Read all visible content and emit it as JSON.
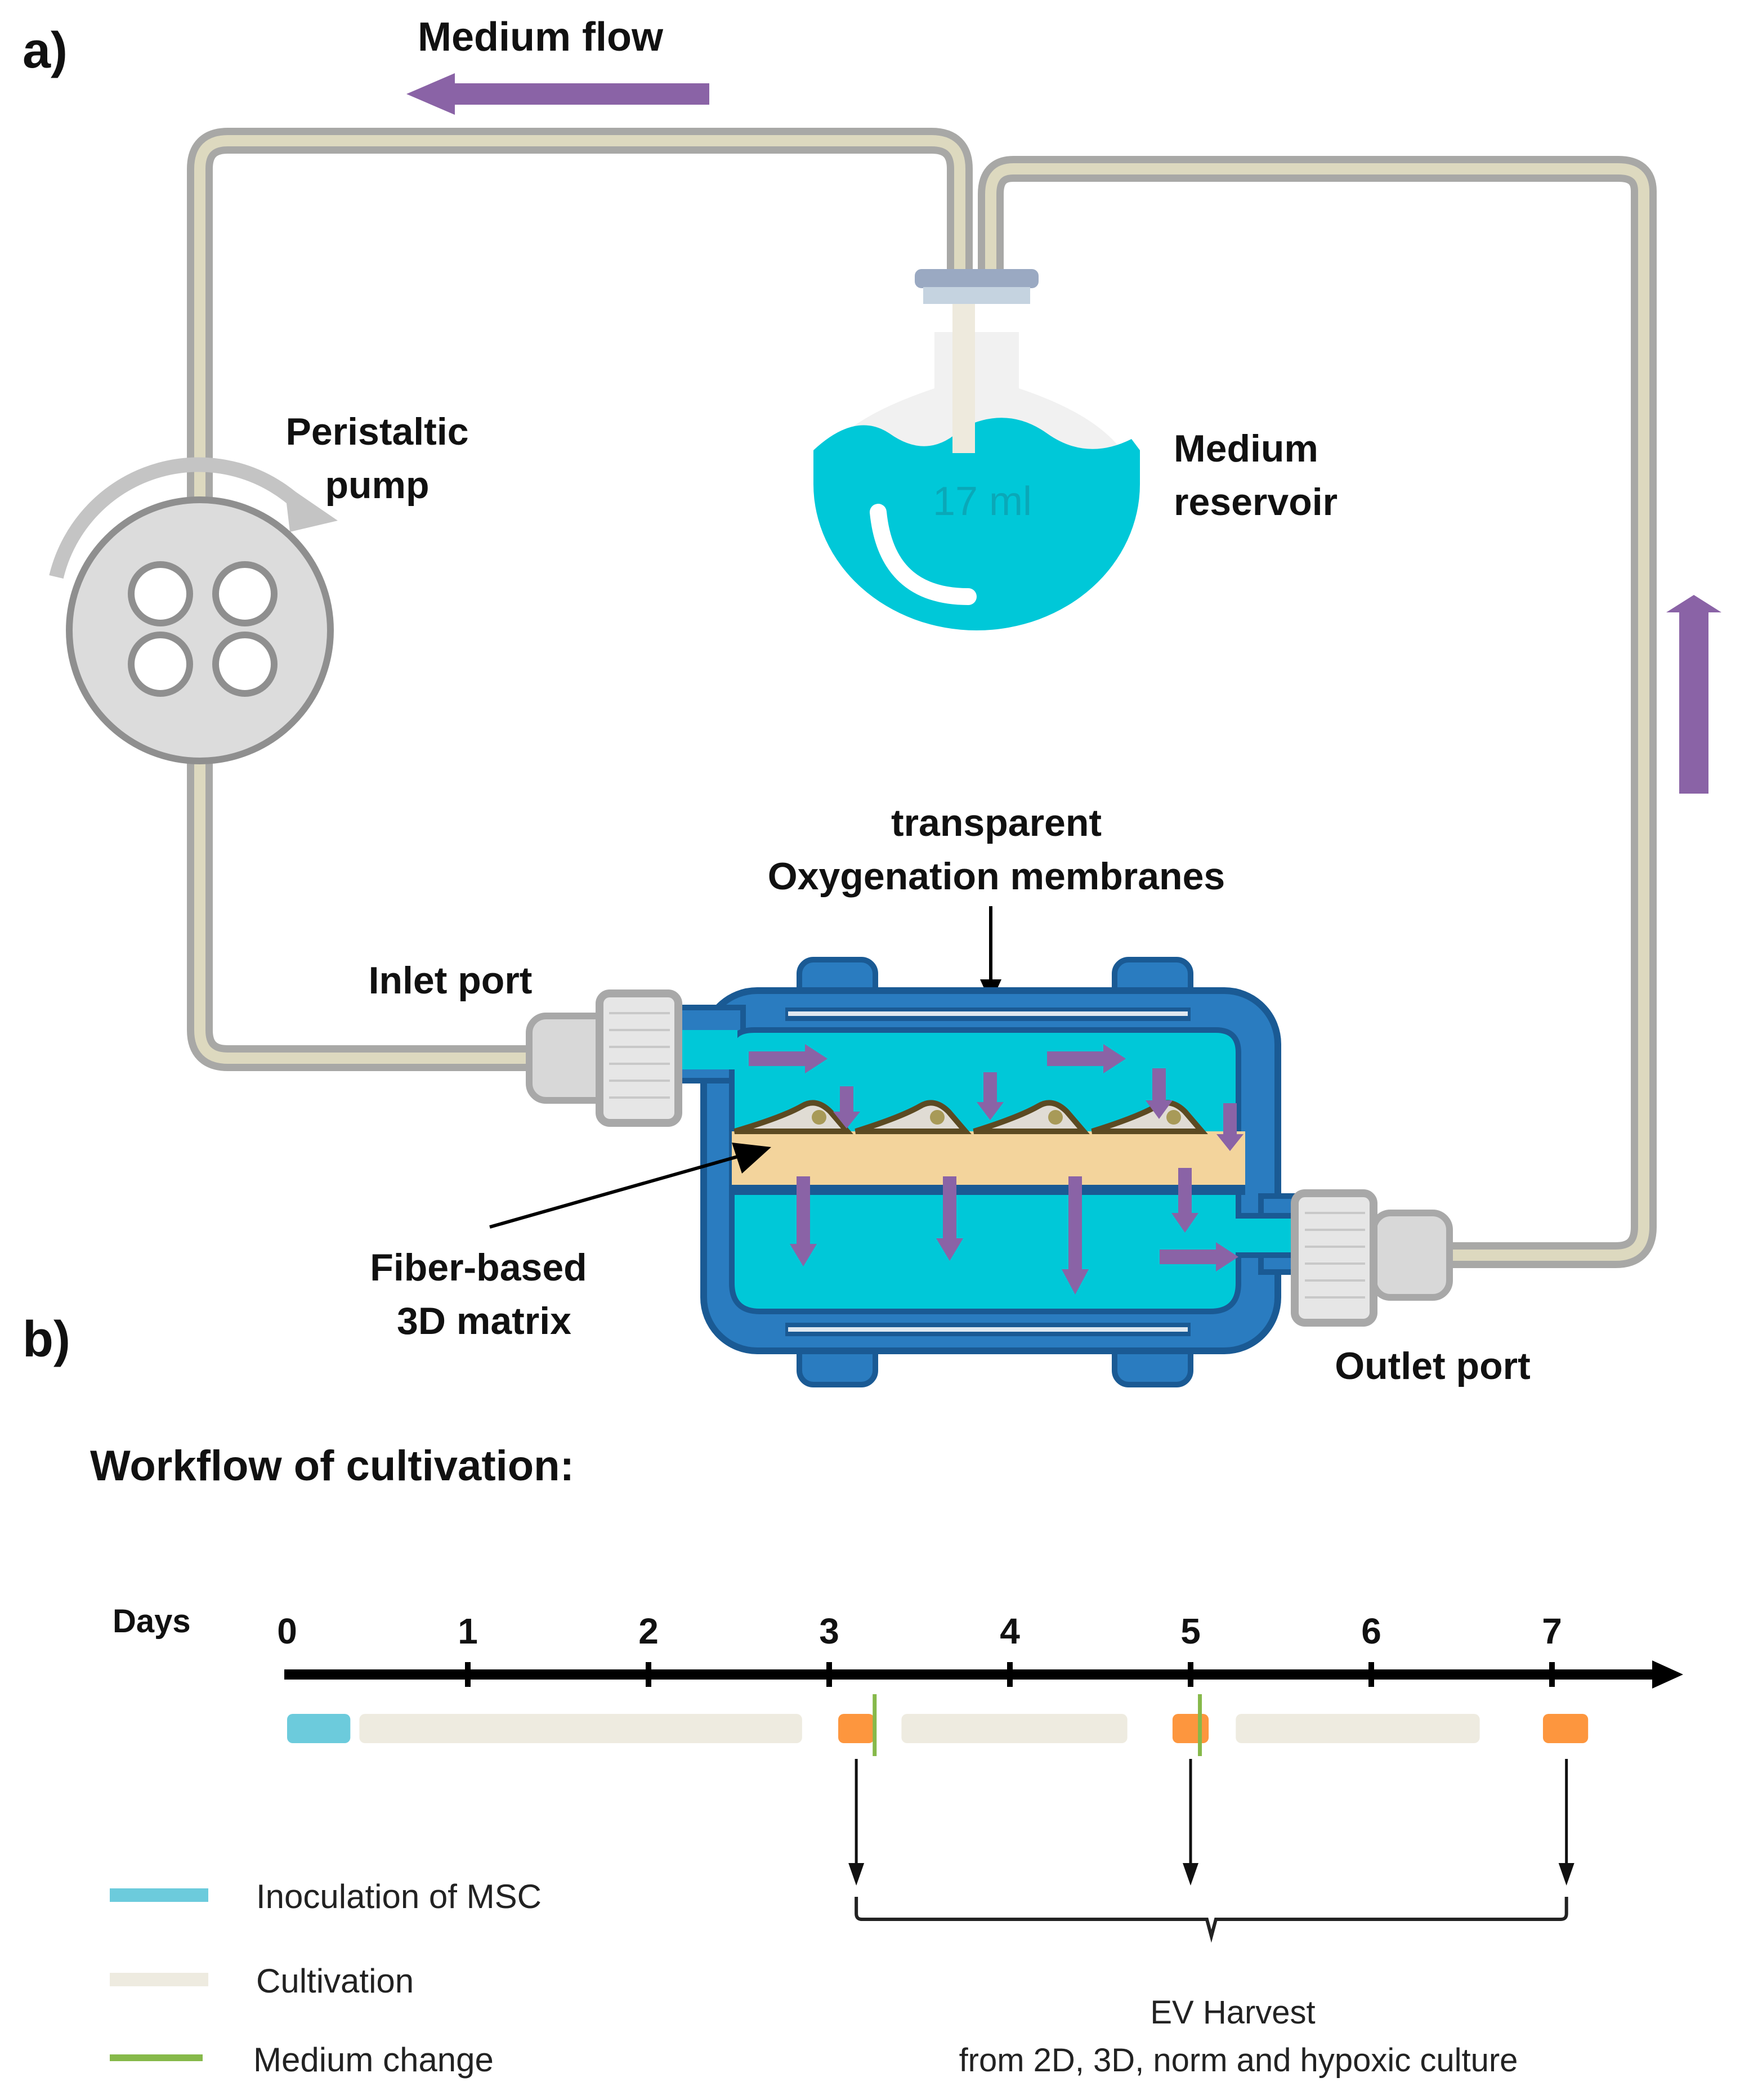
{
  "panel_a": {
    "label": "a)",
    "medium_flow_label": "Medium flow",
    "pump_label_line1": "Peristaltic",
    "pump_label_line2": "pump",
    "reservoir_label_line1": "Medium",
    "reservoir_label_line2": "reservoir",
    "reservoir_volume": "17 ml",
    "membrane_label_line1": "transparent",
    "membrane_label_line2": "Oxygenation membranes",
    "inlet_label": "Inlet port",
    "outlet_label": "Outlet port",
    "matrix_label_line1": "Fiber-based",
    "matrix_label_line2": "3D matrix",
    "colors": {
      "flow_arrow": "#8a63a6",
      "medium": "#00c8d8",
      "bioreactor_shell": "#2a7cc0",
      "bioreactor_shell_dark": "#1a5a94",
      "tube_outer": "#a8a8a6",
      "tube_inner": "#ddd9bf",
      "matrix": "#f3d49c",
      "cell": "#5c4a22",
      "pump": "#dcdcdc"
    }
  },
  "panel_b": {
    "label": "b)",
    "title": "Workflow of cultivation:",
    "axis_label": "Days",
    "days": [
      "0",
      "1",
      "2",
      "3",
      "4",
      "5",
      "6",
      "7"
    ],
    "segments": [
      {
        "type": "inoculation",
        "start": 0.0,
        "end": 0.35
      },
      {
        "type": "cultivation",
        "start": 0.4,
        "end": 2.85
      },
      {
        "type": "harvest",
        "start": 3.05,
        "end": 3.25
      },
      {
        "type": "cultivation",
        "start": 3.4,
        "end": 4.65
      },
      {
        "type": "harvest",
        "start": 4.9,
        "end": 5.1
      },
      {
        "type": "cultivation",
        "start": 5.25,
        "end": 6.6
      },
      {
        "type": "harvest",
        "start": 6.95,
        "end": 7.2
      }
    ],
    "medium_changes": [
      3.25,
      5.05
    ],
    "harvest_points": [
      3.15,
      5.0,
      7.08
    ],
    "legend": [
      {
        "type": "inoculation",
        "label": "Inoculation of MSC"
      },
      {
        "type": "cultivation",
        "label": "Cultivation"
      },
      {
        "type": "medium_change",
        "label": "Medium change"
      }
    ],
    "harvest_label_line1": "EV Harvest",
    "harvest_label_line2": "from 2D, 3D, norm and hypoxic culture",
    "colors": {
      "inoculation": "#6ccbdc",
      "cultivation": "#eeebe0",
      "harvest": "#fd963e",
      "medium_change": "#86b94a"
    }
  }
}
